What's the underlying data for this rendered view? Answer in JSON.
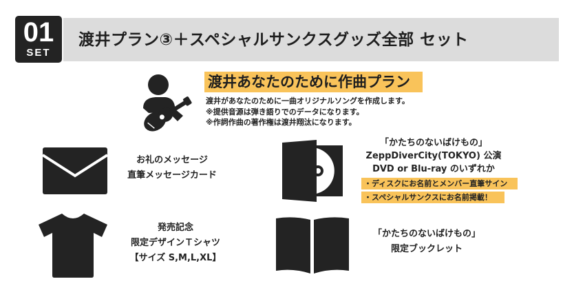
{
  "header": {
    "badge_number": "01",
    "badge_label": "SET",
    "title": "渡井プラン③＋スペシャルサンクスグッズ全部 セット"
  },
  "plan": {
    "icon": "guitar-player-icon",
    "title": "渡井あなたのために作曲プラン",
    "lines": [
      "渡井があなたのために一曲オリジナルソングを作成します。",
      "※提供音源は弾き語りでのデータになります。",
      "※作詞作曲の著作権は渡井翔汰になります。"
    ]
  },
  "items": [
    {
      "icon": "envelope-icon",
      "lines": [
        "お礼のメッセージ",
        "直筆メッセージカード"
      ]
    },
    {
      "icon": "dvd-case-icon",
      "lines": [
        "「かたちのないばけもの」",
        "ZeppDiverCity(TOKYO) 公演",
        "DVD or Blu-ray のいずれか"
      ],
      "tags": [
        "・ディスクにお名前とメンバー直筆サイン",
        "・スペシャルサンクスにお名前掲載！"
      ]
    },
    {
      "icon": "tshirt-icon",
      "lines": [
        "発売記念",
        "限定デザインＴシャツ",
        "【サイズ S,M,L,XL】"
      ]
    },
    {
      "icon": "booklet-icon",
      "lines": [
        "「かたちのないばけもの」",
        "限定ブックレット"
      ]
    }
  ],
  "colors": {
    "highlight": "#f9c35a",
    "band": "#dcdcdc",
    "badge": "#232323",
    "icon": "#232323"
  }
}
